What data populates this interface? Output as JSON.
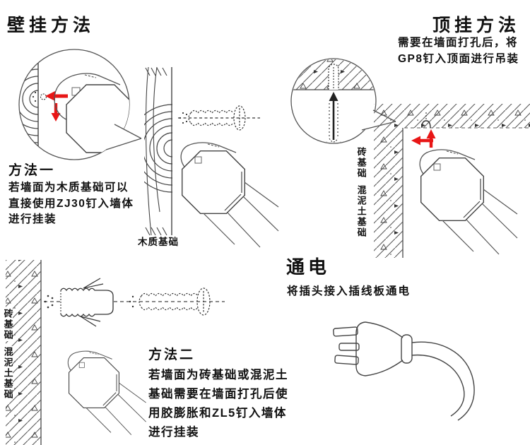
{
  "colors": {
    "accent_red": "#e81616",
    "line": "#444444",
    "text": "#111111",
    "background": "#ffffff"
  },
  "wall_mount": {
    "title": "壁挂方法",
    "method1_heading": "方法一",
    "method1_lines": [
      "若墙面为木质基础可以",
      "直接使用ZJ30钉入墙体",
      "进行挂装"
    ],
    "wood_base_label": "木质基础"
  },
  "ceiling_mount": {
    "title": "顶挂方法",
    "desc_lines": [
      "需要在墙面打孔后，将",
      "GP8钉入顶面进行吊装"
    ],
    "wall_labels": [
      "砖基础",
      "混泥土基础"
    ]
  },
  "method2": {
    "heading": "方法二",
    "lines": [
      "若墙面为砖基础或混泥土",
      "基础需要在墙面打孔后使",
      "用胶膨胀和ZL5钉入墙体",
      "进行挂装"
    ],
    "wall_labels": [
      "砖基础",
      "混泥土基础"
    ]
  },
  "power": {
    "title": "通电",
    "desc": "将插头接入插线板通电"
  }
}
